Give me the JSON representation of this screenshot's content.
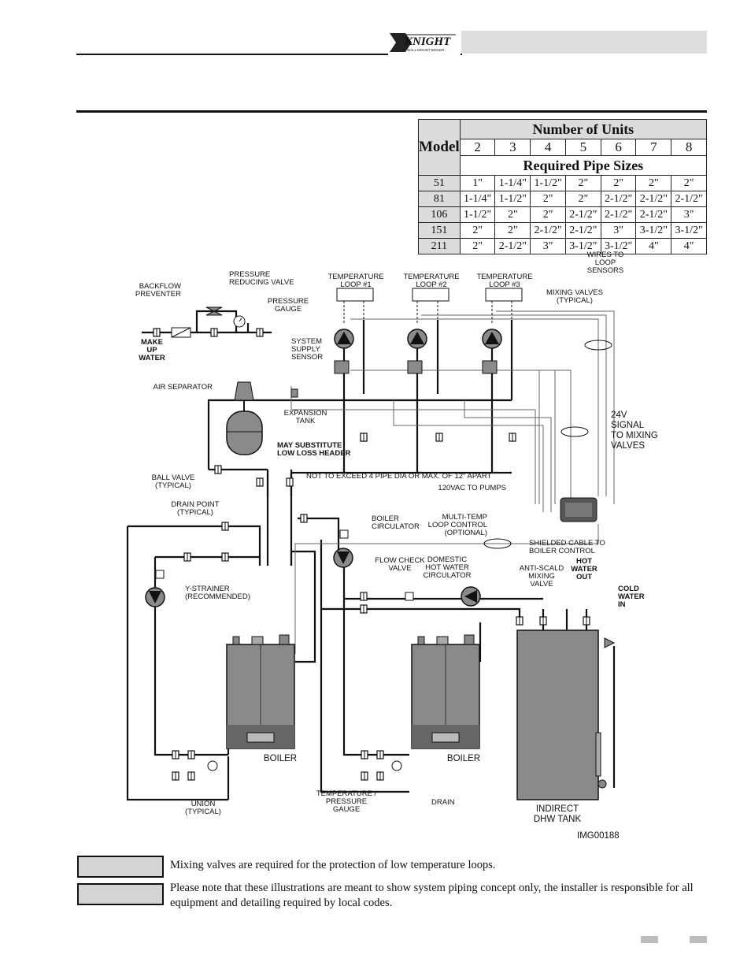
{
  "header": {
    "logo_text": "KNIGHT",
    "logo_subtext": "WALL MOUNT BOILER"
  },
  "table": {
    "model_label": "Model",
    "units_label": "Number of Units",
    "sizes_label": "Required Pipe Sizes",
    "unit_counts": [
      "2",
      "3",
      "4",
      "5",
      "6",
      "7",
      "8"
    ],
    "rows": [
      {
        "model": "51",
        "sizes": [
          "1\"",
          "1-1/4\"",
          "1-1/2\"",
          "2\"",
          "2\"",
          "2\"",
          "2\""
        ]
      },
      {
        "model": "81",
        "sizes": [
          "1-1/4\"",
          "1-1/2\"",
          "2\"",
          "2\"",
          "2-1/2\"",
          "2-1/2\"",
          "2-1/2\""
        ]
      },
      {
        "model": "106",
        "sizes": [
          "1-1/2\"",
          "2\"",
          "2\"",
          "2-1/2\"",
          "2-1/2\"",
          "2-1/2\"",
          "3\""
        ]
      },
      {
        "model": "151",
        "sizes": [
          "2\"",
          "2\"",
          "2-1/2\"",
          "2-1/2\"",
          "3\"",
          "3-1/2\"",
          "3-1/2\""
        ]
      },
      {
        "model": "211",
        "sizes": [
          "2\"",
          "2-1/2\"",
          "3\"",
          "3-1/2\"",
          "3-1/2\"",
          "4\"",
          "4\""
        ]
      }
    ]
  },
  "labels": {
    "backflow": [
      "BACKFLOW",
      "PREVENTER"
    ],
    "prv": [
      "PRESSURE",
      "REDUCING VALVE"
    ],
    "pressure_gauge": [
      "PRESSURE",
      "GAUGE"
    ],
    "make_up": [
      "MAKE",
      "UP",
      "WATER"
    ],
    "system_supply": [
      "SYSTEM",
      "SUPPLY",
      "SENSOR"
    ],
    "air_separator": "AIR SEPARATOR",
    "expansion_tank": [
      "EXPANSION",
      "TANK"
    ],
    "may_substitute": [
      "MAY SUBSTITUTE",
      "LOW LOSS HEADER"
    ],
    "ball_valve": [
      "BALL VALVE",
      "(TYPICAL)"
    ],
    "not_to_exceed": "NOT TO EXCEED 4  PIPE DIA OR MAX. OF 12\" APART",
    "drain_point": [
      "DRAIN POINT",
      "(TYPICAL)"
    ],
    "boiler_circ": [
      "BOILER",
      "CIRCULATOR"
    ],
    "y_strainer": [
      "Y-STRAINER",
      "(RECOMMENDED)"
    ],
    "flow_check": [
      "FLOW CHECK",
      "VALVE"
    ],
    "dhw_circ": [
      "DOMESTIC",
      "HOT WATER",
      "CIRCULATOR"
    ],
    "temp_loop1": [
      "TEMPERATURE",
      "LOOP #1"
    ],
    "temp_loop2": [
      "TEMPERATURE",
      "LOOP #2"
    ],
    "temp_loop3": [
      "TEMPERATURE",
      "LOOP #3"
    ],
    "mixing_valves": [
      "MIXING VALVES",
      "(TYPICAL)"
    ],
    "wires": [
      "WIRES TO",
      "LOOP",
      "SENSORS"
    ],
    "signal_24v": [
      "24V",
      "SIGNAL",
      "TO MIXING",
      "VALVES"
    ],
    "vac_120": "120VAC TO PUMPS",
    "multi_temp": [
      "MULTI-TEMP",
      "LOOP CONTROL",
      "(OPTIONAL)"
    ],
    "shielded": [
      "SHIELDED CABLE TO",
      "BOILER CONTROL"
    ],
    "anti_scald": [
      "ANTI-SCALD",
      "MIXING",
      "VALVE"
    ],
    "hot_water_out": [
      "HOT",
      "WATER",
      "OUT"
    ],
    "cold_water_in": [
      "COLD",
      "WATER",
      "IN"
    ],
    "boiler": "BOILER",
    "union": [
      "UNION",
      "(TYPICAL)"
    ],
    "tp_gauge": [
      "TEMPERATURE /",
      "PRESSURE",
      "GAUGE"
    ],
    "drain": "DRAIN",
    "dhw_tank": [
      "INDIRECT",
      "DHW TANK"
    ],
    "img_id": "IMG00188"
  },
  "notes": {
    "note1": "Mixing valves are required for the protection of low temperature loops.",
    "note2": "Please note that these illustrations are meant to show system piping concept only, the installer is responsible for all equipment and detailing required by local codes."
  },
  "colors": {
    "header_bar": "#dedede",
    "table_shade": "#dcdcdc",
    "equipment_gray": "#8a8a8a",
    "note_box": "#d4d4d4"
  }
}
